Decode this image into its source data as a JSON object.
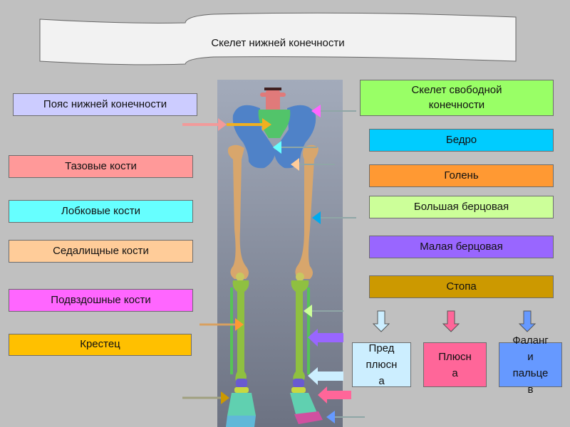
{
  "title": "Скелет нижней конечности",
  "left_labels": [
    {
      "id": "girdle",
      "label": "Пояс нижней конечности",
      "color": "#ccccff"
    },
    {
      "id": "pelvic",
      "label": "Тазовые кости",
      "color": "#ff9999"
    },
    {
      "id": "pubic",
      "label": "Лобковые кости",
      "color": "#66ffff"
    },
    {
      "id": "ischial",
      "label": "Седалищные кости",
      "color": "#ffcc99"
    },
    {
      "id": "iliac",
      "label": "Подвздошные кости",
      "color": "#ff66ff"
    },
    {
      "id": "sacrum",
      "label": "Крестец",
      "color": "#ffc000"
    }
  ],
  "right_labels": [
    {
      "id": "free-limb",
      "label_lines": [
        "Скелет свободной",
        "конечности"
      ],
      "color": "#99ff66"
    },
    {
      "id": "femur",
      "label": "Бедро",
      "color": "#00ccff"
    },
    {
      "id": "shin",
      "label": "Голень",
      "color": "#ff9933"
    },
    {
      "id": "tibia",
      "label": "Большая берцовая",
      "color": "#ccff99"
    },
    {
      "id": "fibula",
      "label": "Малая берцовая",
      "color": "#9966ff"
    },
    {
      "id": "foot",
      "label": "Стопа",
      "color": "#cc9900"
    }
  ],
  "foot_parts": [
    {
      "id": "tarsus",
      "label_lines": [
        "Пред",
        "плюсн",
        "а"
      ],
      "color": "#cceeff",
      "arrow_color": "#cceeff"
    },
    {
      "id": "metatarsus",
      "label_lines": [
        "Плюсн",
        "а"
      ],
      "color": "#ff6699",
      "arrow_color": "#ff6699"
    },
    {
      "id": "phalanges",
      "label_lines": [
        "Фаланг",
        "и",
        "пальце",
        "в"
      ],
      "color": "#6699ff",
      "arrow_color": "#6699ff"
    }
  ],
  "colors": {
    "background": "#c0c0c0",
    "banner_fill": "#f2f2f2",
    "image_bg_top": "#a3abbb",
    "image_bg_bottom": "#6c7282",
    "pelvis": "#4f82c8",
    "sacrum": "#52c46a",
    "spine": "#e07a7a",
    "femur": "#d8a66c",
    "tibia": "#8fc040",
    "fibula": "#56c456",
    "patella": "#c8c860",
    "tarsal": "#6a5ad0",
    "metatarsal": "#60d0b0",
    "phalanx_left": "#60b8d8",
    "phalanx_right": "#d050a0",
    "connector_line": "#8fa6a6"
  }
}
